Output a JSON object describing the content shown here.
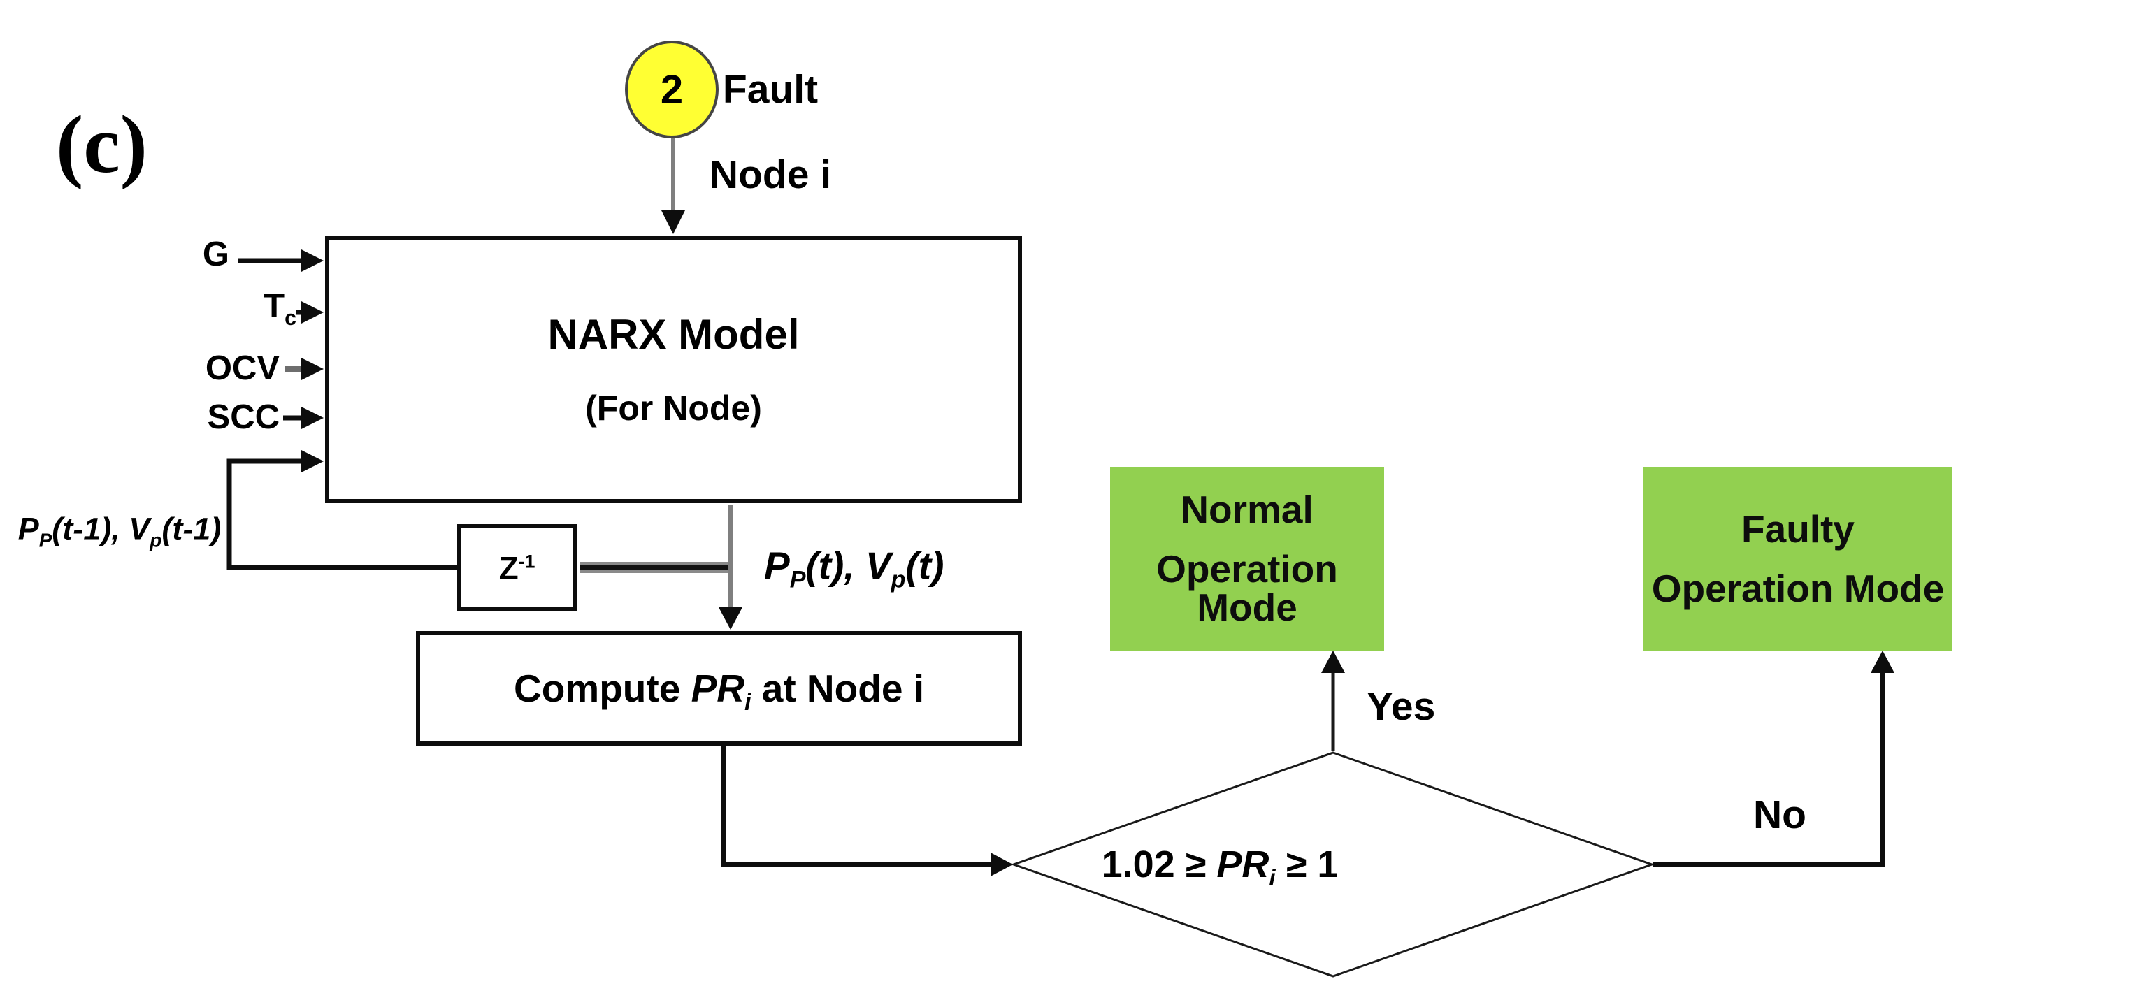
{
  "figure_label": "(c)",
  "start": {
    "badge": "2",
    "caption_line1": "Fault",
    "caption_line2": "Node i"
  },
  "narx": {
    "title": "NARX Model",
    "subtitle": "(For Node)"
  },
  "inputs": {
    "g": "G",
    "t_base": "T",
    "t_sub": "c",
    "ocv": "OCV",
    "scc": "SCC"
  },
  "feedback": {
    "p_base": "P",
    "p_sub": "P",
    "p_tail": "(t-1), ",
    "v_base": "V",
    "v_sub": "p",
    "v_tail": "(t-1)"
  },
  "delay": {
    "base": "Z",
    "sup": "-1"
  },
  "output": {
    "p_base": "P",
    "p_sub": "P",
    "p_tail": "(t), ",
    "v_base": "V",
    "v_sub": "p",
    "v_tail": "(t)"
  },
  "compute": {
    "prefix": "Compute ",
    "var_base": "PR",
    "var_sub": "i",
    "suffix": " at Node i"
  },
  "decision": {
    "prefix": "1.02 ≥ ",
    "var_base": "PR",
    "var_sub": "i",
    "suffix": " ≥ 1"
  },
  "branches": {
    "yes": "Yes",
    "no": "No"
  },
  "outcomes": {
    "normal": {
      "line1": "Normal",
      "line2": "Operation Mode"
    },
    "faulty": {
      "line1": "Faulty",
      "line2": "Operation Mode"
    }
  },
  "colors": {
    "outcome_green": "#92D050",
    "start_yellow": "#FFFF33",
    "connector_gray": "#7F7F7F",
    "line_black": "#0D0D0D"
  }
}
